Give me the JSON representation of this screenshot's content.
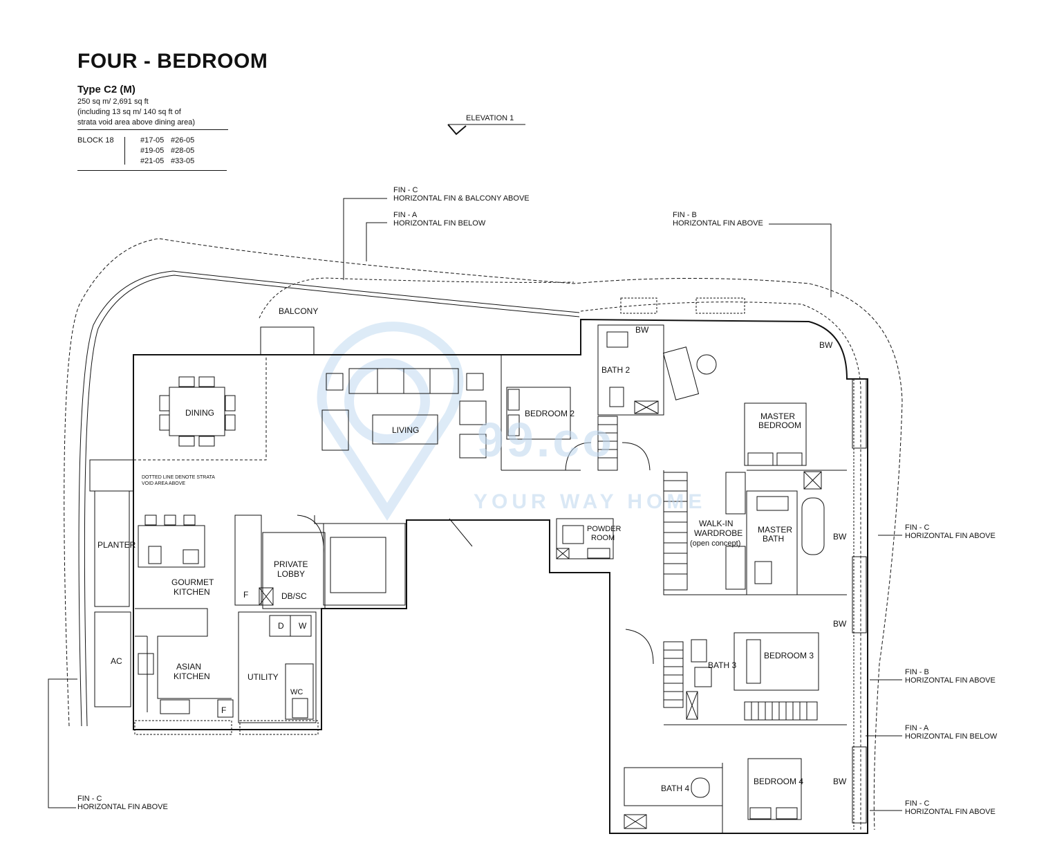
{
  "header": {
    "title": "FOUR - BEDROOM",
    "unit_type": "Type C2 (M)",
    "area": "250 sq m/ 2,691 sq ft",
    "area_note_1": "(including 13 sq m/ 140 sq ft of",
    "area_note_2": "strata void area above dining area)",
    "block_label": "BLOCK 18",
    "units": [
      "#17-05",
      "#26-05",
      "#19-05",
      "#28-05",
      "#21-05",
      "#33-05"
    ]
  },
  "elevation_label": "ELEVATION 1",
  "fins": {
    "top_c_1": "FIN - C",
    "top_c_2": "HORIZONTAL FIN & BALCONY ABOVE",
    "top_a_1": "FIN - A",
    "top_a_2": "HORIZONTAL FIN BELOW",
    "top_b_1": "FIN - B",
    "top_b_2": "HORIZONTAL FIN ABOVE",
    "right_c1_1": "FIN - C",
    "right_c1_2": "HORIZONTAL FIN ABOVE",
    "right_b_1": "FIN - B",
    "right_b_2": "HORIZONTAL FIN ABOVE",
    "right_a_1": "FIN - A",
    "right_a_2": "HORIZONTAL FIN BELOW",
    "right_c2_1": "FIN - C",
    "right_c2_2": "HORIZONTAL FIN ABOVE",
    "bottom_c_1": "FIN - C",
    "bottom_c_2": "HORIZONTAL FIN ABOVE"
  },
  "rooms": {
    "balcony": "BALCONY",
    "dining": "DINING",
    "living": "LIVING",
    "bedroom2": "BEDROOM 2",
    "bath2": "BATH 2",
    "bw": "BW",
    "master_bedroom_1": "MASTER",
    "master_bedroom_2": "BEDROOM",
    "walkin_1": "WALK-IN",
    "walkin_2": "WARDROBE",
    "walkin_3": "(open concept)",
    "master_bath_1": "MASTER",
    "master_bath_2": "BATH",
    "powder_1": "POWDER",
    "powder_2": "ROOM",
    "planter": "PLANTER",
    "gourmet_1": "GOURMET",
    "gourmet_2": "KITCHEN",
    "private_lobby_1": "PRIVATE",
    "private_lobby_2": "LOBBY",
    "dbsc": "DB/SC",
    "f": "F",
    "ac": "AC",
    "asian_1": "ASIAN",
    "asian_2": "KITCHEN",
    "utility": "UTILITY",
    "d": "D",
    "w": "W",
    "wc": "WC",
    "bath3": "BATH 3",
    "bedroom3": "BEDROOM 3",
    "bath4": "BATH 4",
    "bedroom4": "BEDROOM 4"
  },
  "strata_note_1": "DOTTED LINE DENOTE STRATA",
  "strata_note_2": "VOID AREA ABOVE",
  "watermark": {
    "brand": "99.co",
    "tagline": "YOUR WAY HOME"
  }
}
